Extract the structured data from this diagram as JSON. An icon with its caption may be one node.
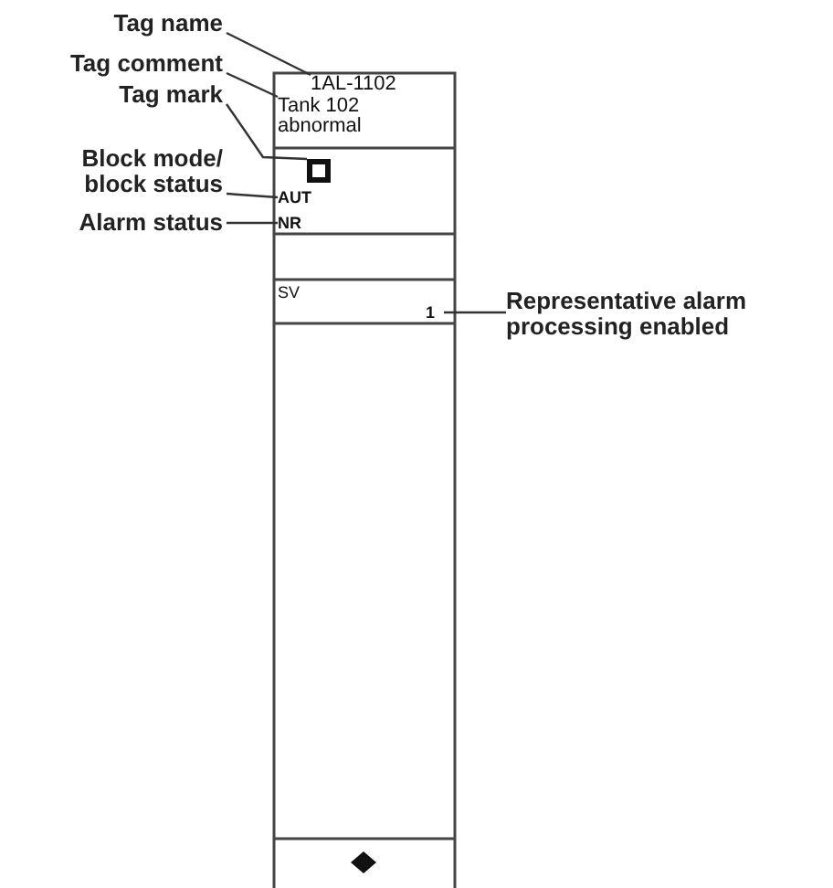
{
  "diagram": {
    "nodes": [
      {
        "text": [
          "Tag name"
        ]
      },
      {
        "text": [
          "1AL-1102"
        ]
      },
      {
        "text": [
          "Tag comment"
        ]
      },
      {
        "text": [
          "Tank 102 abnormal"
        ]
      },
      {
        "text": [
          "Tag mark"
        ]
      },
      {
        "text": [],
        "shape": "box"
      },
      {
        "text": [
          "Block mode/ block status"
        ]
      },
      {
        "text": [
          "AUT"
        ]
      },
      {
        "text": [
          "Alarm status"
        ]
      },
      {
        "text": [
          "NR"
        ]
      },
      {
        "text": [
          "1"
        ]
      },
      {
        "text": [
          "Representative alarm processing enabled"
        ]
      }
    ],
    "edges": [
      {
        "from": 0,
        "to": 1,
        "arrow": "none"
      },
      {
        "from": 2,
        "to": 3,
        "arrow": "none"
      },
      {
        "from": 4,
        "to": 5,
        "arrow": "none"
      },
      {
        "from": 6,
        "to": 7,
        "arrow": "none"
      },
      {
        "from": 8,
        "to": 9,
        "arrow": "none"
      },
      {
        "from": 11,
        "to": 10,
        "arrow": "none"
      }
    ],
    "labels": [
      "SV"
    ]
  }
}
